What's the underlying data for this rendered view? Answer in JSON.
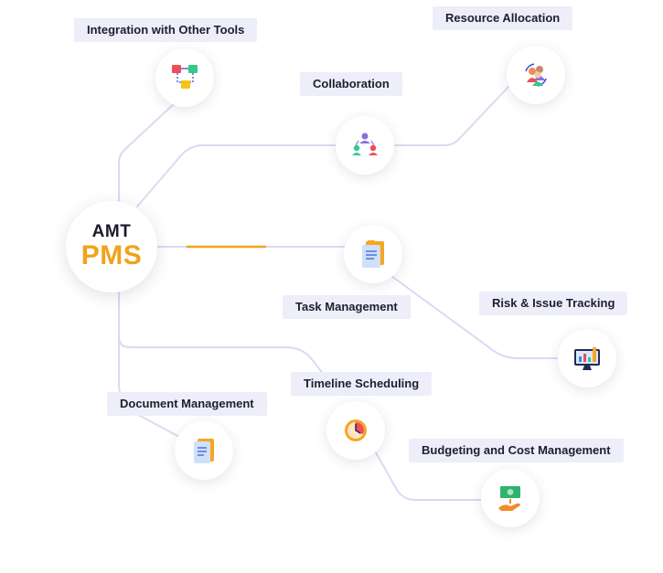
{
  "hub": {
    "line1": "AMT",
    "line2": "PMS"
  },
  "colors": {
    "accent": "#f0a31b",
    "connector": "#d9daf3",
    "label_bg": "#eeeefa"
  },
  "features": [
    {
      "label": "Integration with Other Tools",
      "icon": "blocks-icon"
    },
    {
      "label": "Resource Allocation",
      "icon": "team-cycle-icon"
    },
    {
      "label": "Collaboration",
      "icon": "people-network-icon"
    },
    {
      "label": "Task Management",
      "icon": "clipboard-icon"
    },
    {
      "label": "Risk & Issue Tracking",
      "icon": "monitor-chart-icon"
    },
    {
      "label": "Timeline Scheduling",
      "icon": "clock-icon"
    },
    {
      "label": "Document Management",
      "icon": "document-icon"
    },
    {
      "label": "Budgeting and Cost Management",
      "icon": "money-hand-icon"
    }
  ]
}
